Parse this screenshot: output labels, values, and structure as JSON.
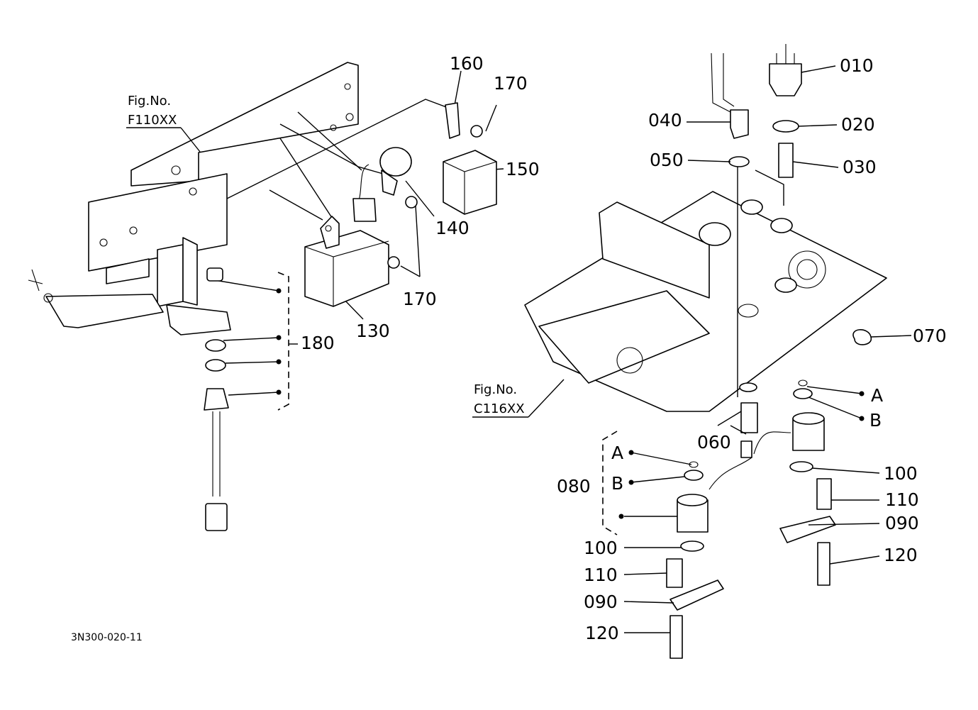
{
  "labels": {
    "p010": "010",
    "p020": "020",
    "p030": "030",
    "p040": "040",
    "p050": "050",
    "p060": "060",
    "p070": "070",
    "p080": "080",
    "p090a": "090",
    "p090b": "090",
    "p100a": "100",
    "p100b": "100",
    "p110a": "110",
    "p110b": "110",
    "p120a": "120",
    "p120b": "120",
    "p130": "130",
    "p140": "140",
    "p150": "150",
    "p160": "160",
    "p170a": "170",
    "p170b": "170",
    "p180": "180",
    "refA1": "A",
    "refB1": "B",
    "refA2": "A",
    "refB2": "B"
  },
  "fig_refs": {
    "ref1_title": "Fig.No.",
    "ref1_code": "F110XX",
    "ref2_title": "Fig.No.",
    "ref2_code": "C116XX"
  },
  "drawing_code": "3N300-020-11"
}
